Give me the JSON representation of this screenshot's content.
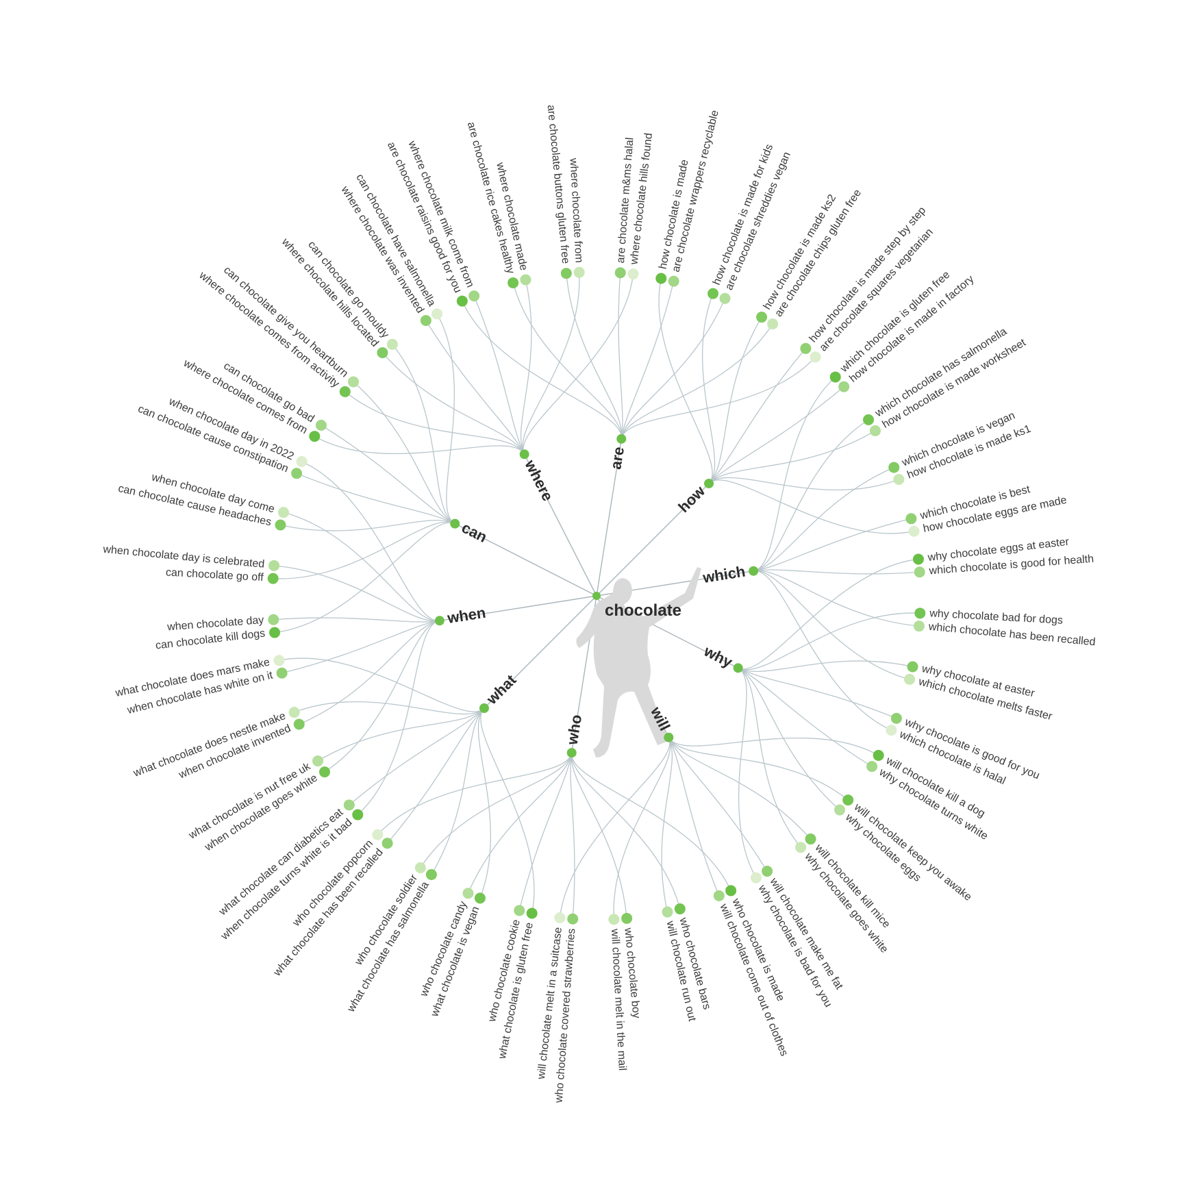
{
  "root": {
    "label": "chocolate"
  },
  "colors": {
    "dot_dark": "#6cc04a",
    "dot_light": "#e6f3dc",
    "link": "#b9c6cc",
    "text": "#3a3a3a",
    "silhouette": "#d8d8d8"
  },
  "mascot": {
    "icon": "dancing-figure-silhouette"
  },
  "branches": [
    {
      "hub": "are",
      "questions": [
        "are chocolate raisins good for you",
        "are chocolate rice cakes healthy",
        "are chocolate buttons gluten free",
        "are chocolate m&ms halal",
        "are chocolate wrappers recyclable",
        "are chocolate shreddies vegan",
        "are chocolate chips gluten free",
        "are chocolate squares vegetarian"
      ]
    },
    {
      "hub": "how",
      "questions": [
        "how chocolate is made",
        "how chocolate is made for kids",
        "how chocolate is made ks2",
        "how chocolate is made step by step",
        "how chocolate is made in factory",
        "how chocolate is made worksheet",
        "how chocolate is made ks1",
        "how chocolate eggs are made"
      ]
    },
    {
      "hub": "which",
      "questions": [
        "which chocolate is gluten free",
        "which chocolate has salmonella",
        "which chocolate is vegan",
        "which chocolate is best",
        "which chocolate is good for health",
        "which chocolate has been recalled",
        "which chocolate melts faster",
        "which chocolate is halal"
      ]
    },
    {
      "hub": "why",
      "questions": [
        "why chocolate eggs at easter",
        "why chocolate bad for dogs",
        "why chocolate at easter",
        "why chocolate is good for you",
        "why chocolate turns white",
        "why chocolate eggs",
        "why chocolate goes white",
        "why chocolate is bad for you"
      ]
    },
    {
      "hub": "will",
      "questions": [
        "will chocolate kill a dog",
        "will chocolate keep you awake",
        "will chocolate kill mice",
        "will chocolate make me fat",
        "will chocolate come out of clothes",
        "will chocolate run out",
        "will chocolate melt in the mail",
        "will chocolate melt in a suitcase"
      ]
    },
    {
      "hub": "who",
      "questions": [
        "who chocolate is made",
        "who chocolate bars",
        "who chocolate boy",
        "who chocolate covered strawberries",
        "who chocolate cookie",
        "who chocolate candy",
        "who chocolate soldier",
        "who chocolate popcorn"
      ]
    },
    {
      "hub": "what",
      "questions": [
        "what chocolate is gluten free",
        "what chocolate is vegan",
        "what chocolate has salmonella",
        "what chocolate has been recalled",
        "what chocolate can diabetics eat",
        "what chocolate is nut free uk",
        "what chocolate does nestle make",
        "what chocolate does mars make"
      ]
    },
    {
      "hub": "when",
      "questions": [
        "when chocolate turns white is it bad",
        "when chocolate goes white",
        "when chocolate invented",
        "when chocolate has white on it",
        "when chocolate day",
        "when chocolate day is celebrated",
        "when chocolate day come",
        "when chocolate day in 2022"
      ]
    },
    {
      "hub": "can",
      "questions": [
        "can chocolate kill dogs",
        "can chocolate go off",
        "can chocolate cause headaches",
        "can chocolate cause constipation",
        "can chocolate go bad",
        "can chocolate give you heartburn",
        "can chocolate go mouldy",
        "can chocolate have salmonella"
      ]
    },
    {
      "hub": "where",
      "questions": [
        "where chocolate comes from",
        "where chocolate comes from activity",
        "where chocolate hills located",
        "where chocolate was invented",
        "where chocolate milk come from",
        "where chocolate made",
        "where chocolate from",
        "where chocolate hills found"
      ]
    }
  ]
}
